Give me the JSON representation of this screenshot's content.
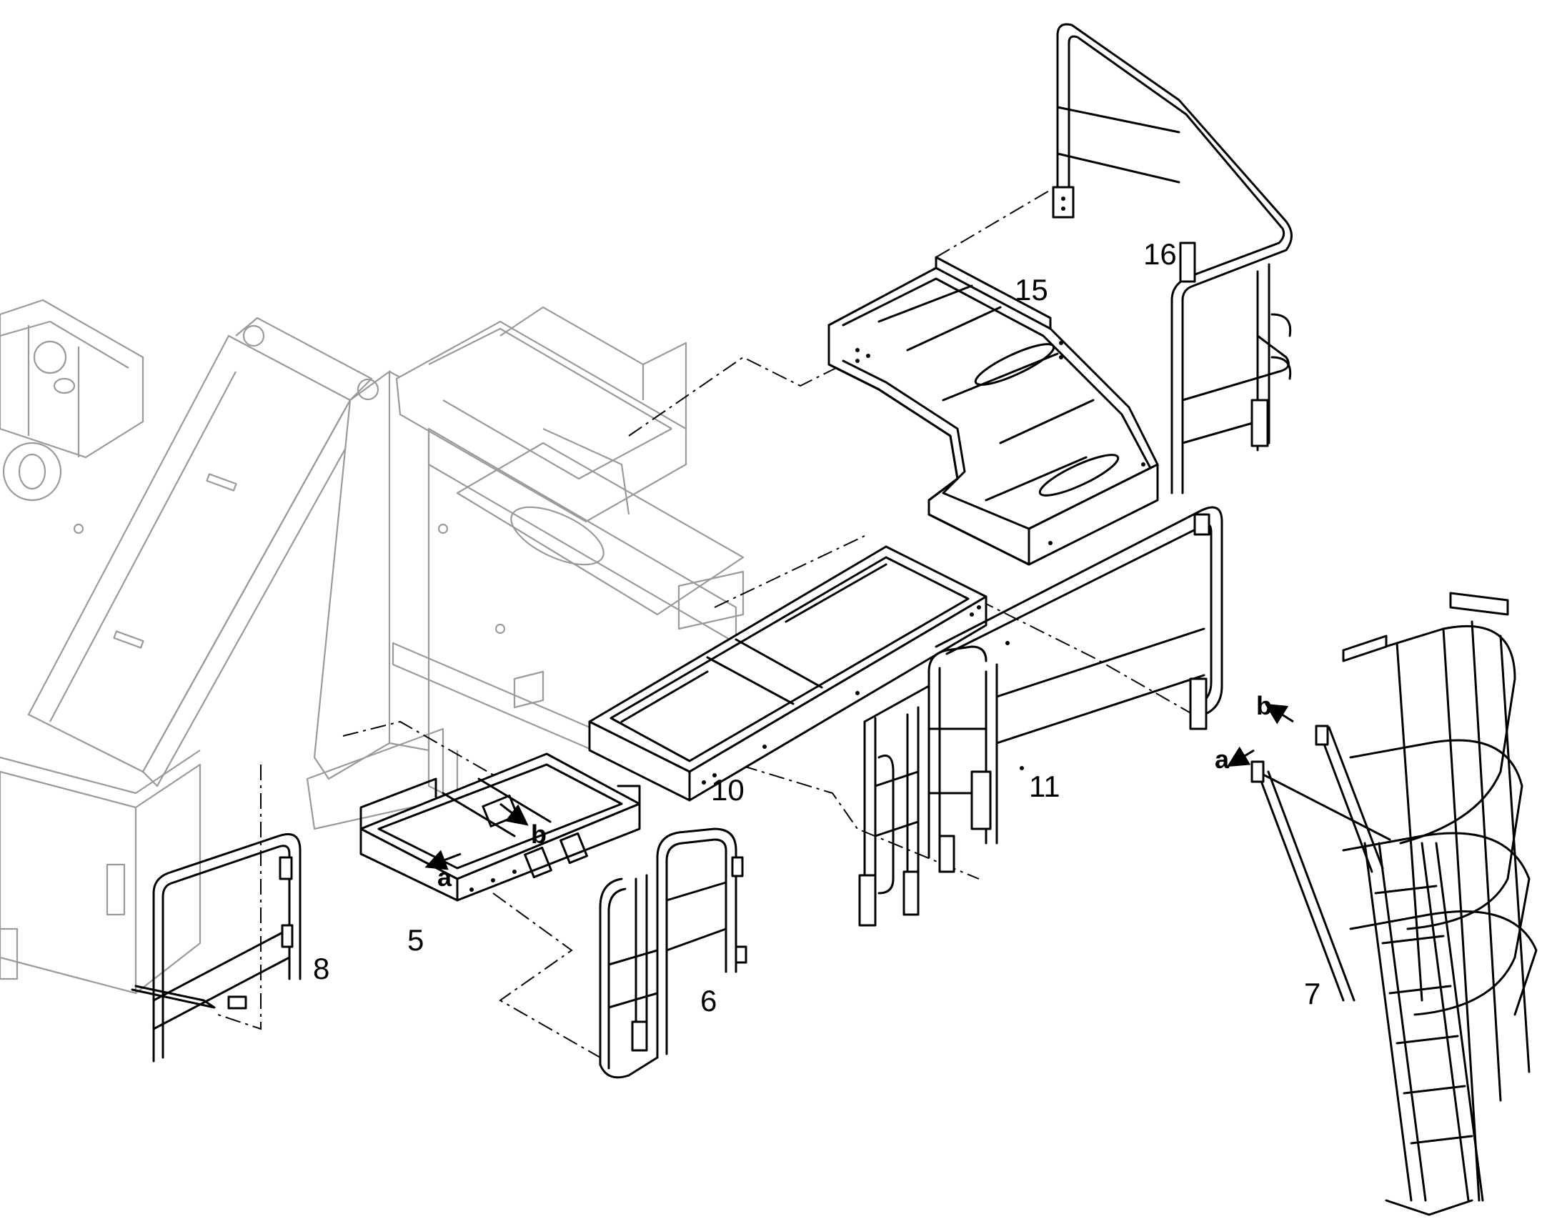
{
  "callouts": [
    {
      "id": "5",
      "text": "5"
    },
    {
      "id": "6",
      "text": "6"
    },
    {
      "id": "7",
      "text": "7"
    },
    {
      "id": "8",
      "text": "8"
    },
    {
      "id": "10",
      "text": "10"
    },
    {
      "id": "11",
      "text": "11"
    },
    {
      "id": "15",
      "text": "15"
    },
    {
      "id": "16",
      "text": "16"
    }
  ],
  "markers": {
    "a_platform": "a",
    "b_platform": "b",
    "a_ladder": "a",
    "b_ladder": "b"
  },
  "colors": {
    "line": "#000000",
    "ghost": "#9a9a9a",
    "background": "#ffffff"
  }
}
